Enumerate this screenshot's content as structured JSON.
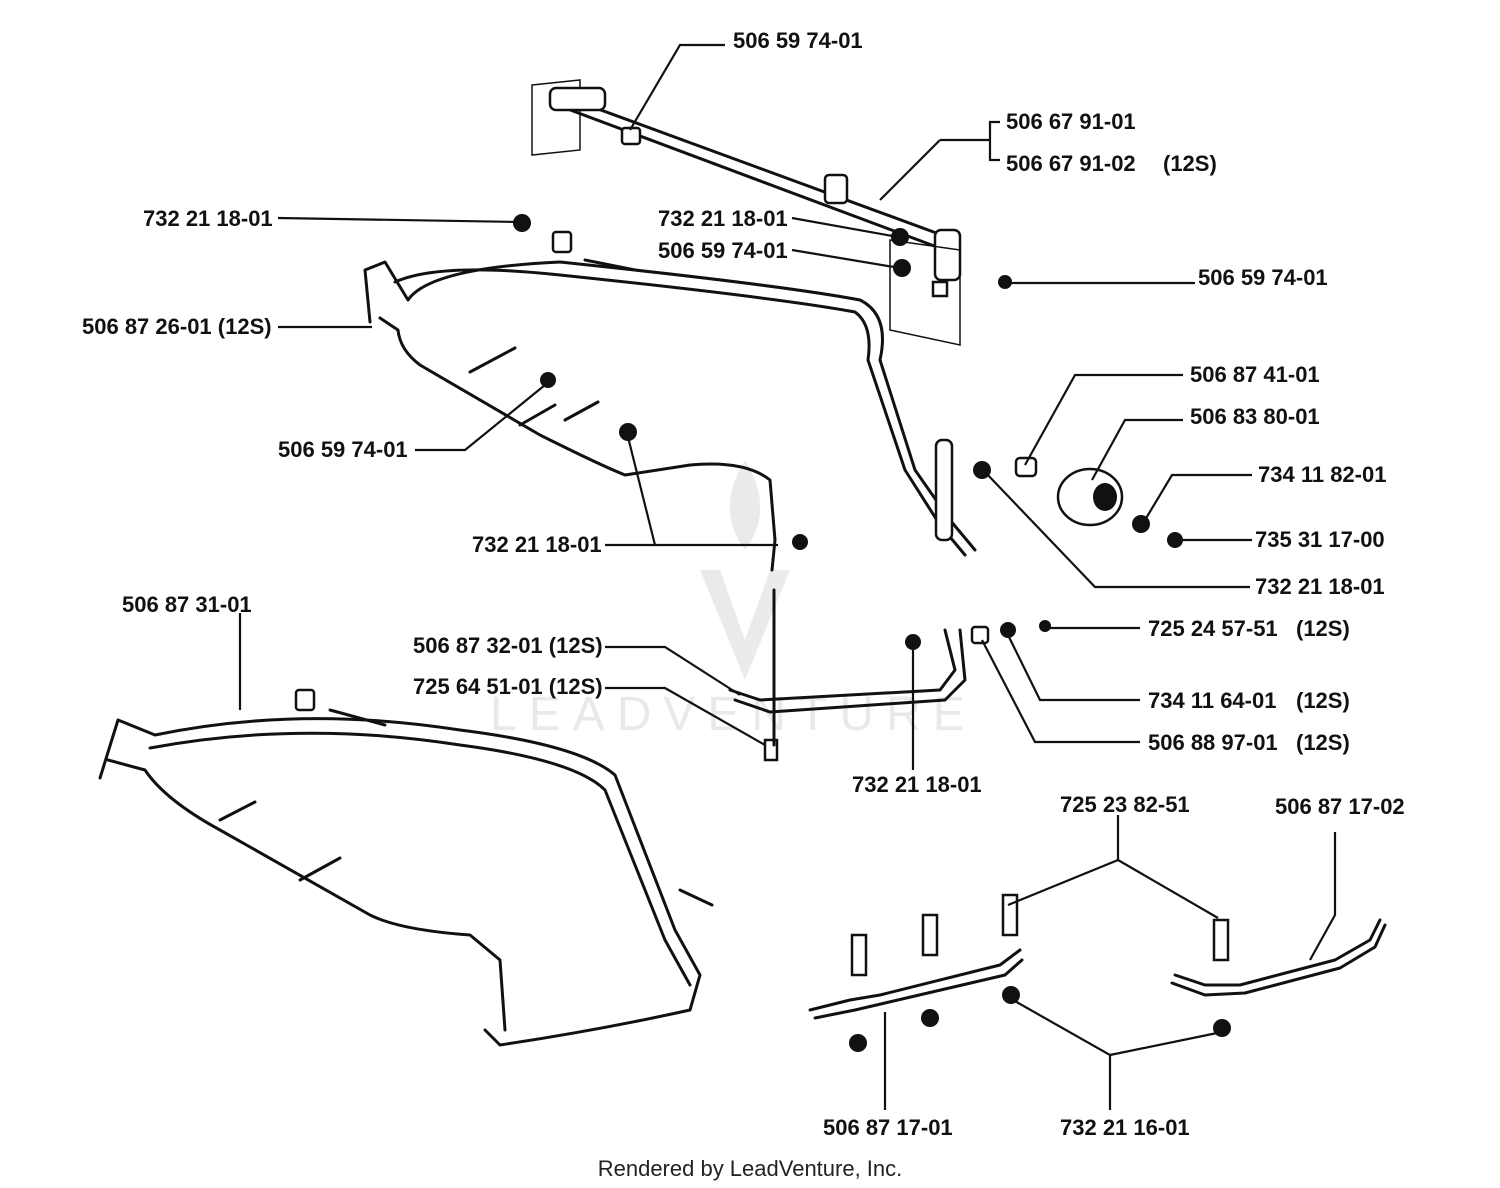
{
  "watermark": "LEADVENTURE",
  "footer": "Rendered by LeadVenture, Inc.",
  "labels": {
    "top_bolt": "506 59 74-01",
    "rod_a": "506 67 91-01",
    "rod_b": "506 67 91-02",
    "rod_b_note": "(12S)",
    "nut_left": "732 21 18-01",
    "frame_12s": "506 87 26-01 (12S)",
    "bolt_left": "506 59 74-01",
    "nut_mid": "732 21 18-01",
    "nut_upper_mid": "732 21 18-01",
    "bolt_upper_mid": "506 59 74-01",
    "bolt_right": "506 59 74-01",
    "spacer": "506 87 41-01",
    "pulley": "506 83 80-01",
    "washer": "734 11 82-01",
    "locknut": "735 31 17-00",
    "nut_pulley": "732 21 18-01",
    "frame_std": "506 87 31-01",
    "bracket_12s": "506 87 32-01 (12S)",
    "screw_12s": "725 64 51-01 (12S)",
    "bolt_12s": "725 24 57-51",
    "bolt_12s_note": "(12S)",
    "washer_12s": "734 11 64-01",
    "washer_12s_note": "(12S)",
    "spacer_12s": "506 88 97-01",
    "spacer_12s_note": "(12S)",
    "nut_bracket": "732 21 18-01",
    "bolt_skid": "725 23 82-51",
    "skid_right": "506 87 17-02",
    "skid_left": "506 87 17-01",
    "nut_skid": "732 21 16-01"
  }
}
